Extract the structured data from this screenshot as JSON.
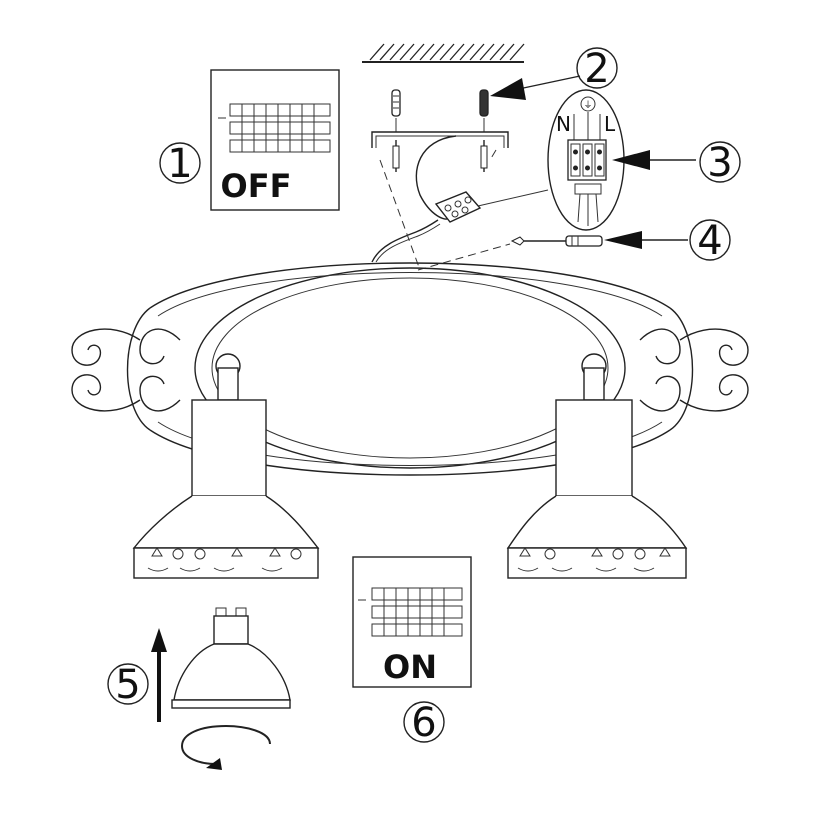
{
  "steps": {
    "s1": "1",
    "s2": "2",
    "s3": "3",
    "s4": "4",
    "s5": "5",
    "s6": "6"
  },
  "switch_off_label": "OFF",
  "switch_on_label": "ON",
  "wiring": {
    "neutral": "N",
    "live": "L",
    "earth_symbol": "⏚"
  }
}
